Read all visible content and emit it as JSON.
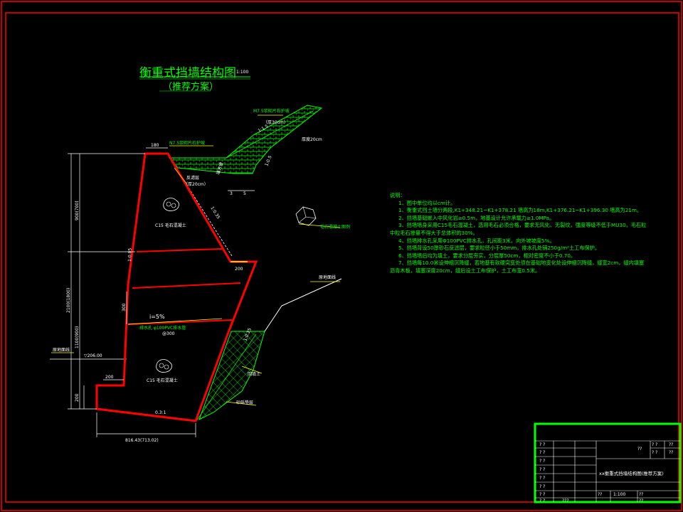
{
  "drawing": {
    "title": "衡重式挡墙结构图",
    "title_scale": "1:100",
    "subtitle": "（推荐方案）"
  },
  "labels": {
    "dim_top": "180",
    "dim_mid": "200",
    "dim_bottom_left": "200",
    "dim_base": "816.43(713.02)",
    "dim_height_total": "2100(1800)",
    "dim_upper": "900(700)",
    "dim_lower": "1100(900)",
    "dim_toe": "200",
    "dim_drain": "300",
    "elev": "▽206.00",
    "slope_back_upper": "1:0.35",
    "slope_back_lower": "1:0.25",
    "slope_face": "1:0.05",
    "slope_fill": "1:1.5",
    "slope_fill2": "1:0.5",
    "slope_base": "0.3:1",
    "concrete_upper": "C15 毛石混凝土",
    "concrete_lower": "C15 毛石混凝土",
    "grade": "i=5%",
    "drain_pipe": "排水孔 φ100PVC排水管",
    "drain_spacing": "@300",
    "masonry_cap": "N7.5浆砌片石护坡",
    "masonry_slope": "M7.5浆砌片石护坡",
    "thickness_30": "（厚30cm）",
    "thickness_20": "厚度20cm",
    "filter": "反滤层",
    "filter_note": "（厚20cm）",
    "ground_line": "原地面线",
    "ground_line2": "原地面线",
    "backfill": "回填土",
    "gravel": "砂砾垫层",
    "rock_symbol": "毛石混凝土图例",
    "fill_mark": "填方坡",
    "dim_3": "3",
    "dim_5": "5"
  },
  "notes": [
    "说明：",
    "1、图中单位均以cm计。",
    "1、衡重式挡土墙分两段,K1+348.21~K1+378.21 墙高为18m,K1+376.21~K1+396.30 墙高为21m。",
    "2、挡墙基础嵌入中风化岩≥0.5m，地基设计允许承载力≥1.0MPa。",
    "3、挡墙墙身采用C15毛石混凝土，选用毛石必须合格，要求无风化、无裂纹，强度等级不低于MU30，毛石粒",
    "中粒毛石掺量不得大于总体积的30%。",
    "4、挡墙排水孔采用Φ100PVC排水孔，孔间距3米，向外坡坡度5%。",
    "5、挡墙背设50厚砂石反滤层，要求粒径小于50mm，排水孔处铺250g/m²土工布保护。",
    "6、挡墙墙后均为填土，要求分层夯实，分层厚50cm，相对密度不小于0.70。",
    "7、挡墙每10.0米设伸缩沉降缝，若地基有软硬突变处须在基础地变化处设伸缩沉降缝，缝宽2cm，缝内填塞",
    "沥青木板，填塞深度20cm，缝后设土工布保护，土工布宽0.5米。"
  ],
  "title_block": {
    "project": "xx衡重式挡墙结构图(推荐方案)",
    "scale": "1:100",
    "r1a": "? ?",
    "r1b": "? ?",
    "r1c": "??",
    "r2a": "? ?",
    "r2b": "? ?",
    "r2c": "??",
    "r3a": "? ?",
    "r4a": "? ?",
    "r5a": "? ?",
    "r6a": "? ?",
    "r7a": "? ?",
    "mid_top": "??",
    "bottom_a": "? ?",
    "bottom_b": "???",
    "bottom_c": "??",
    "bottom_d": "??",
    "bottom_e": "??"
  },
  "colors": {
    "wall": "#ff0000",
    "green": "#00ff00",
    "white": "#ffffff",
    "yellow": "#ffff00",
    "frame": "#ff0000"
  }
}
